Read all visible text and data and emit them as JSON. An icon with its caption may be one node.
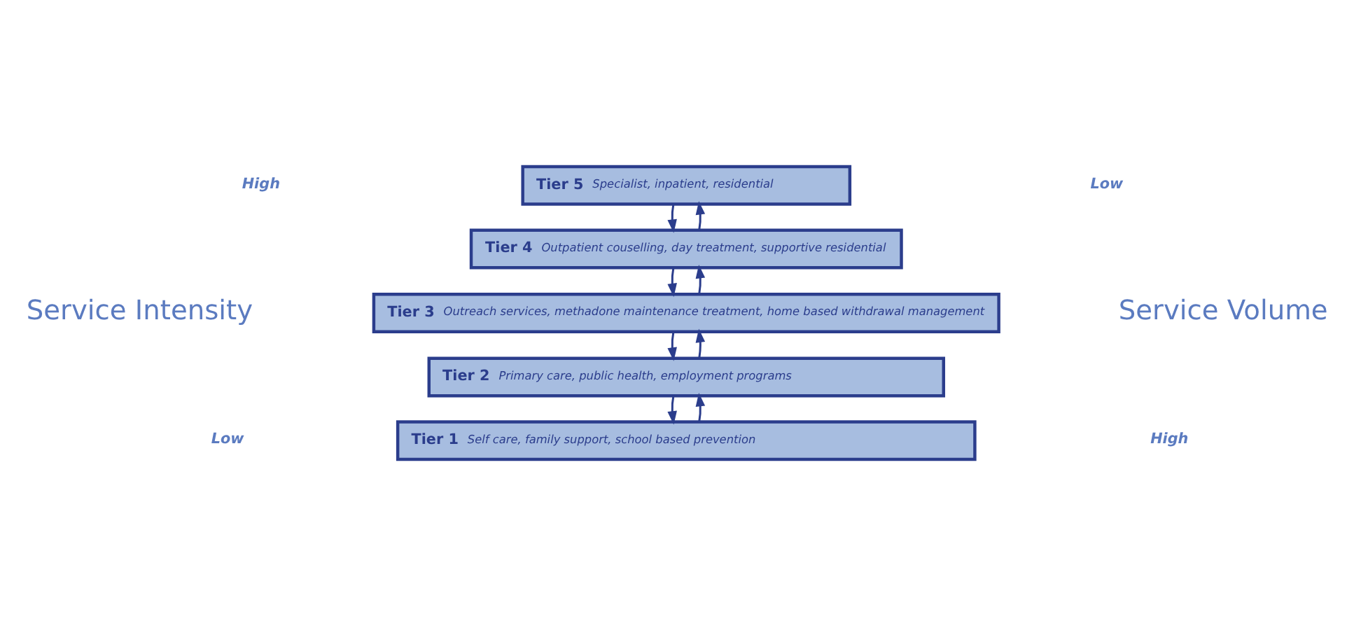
{
  "diagram": {
    "nodes": [
      {
        "text": [
          "Tier 5",
          "Specialist, inpatient, residential"
        ]
      },
      {
        "text": [
          "Tier 4",
          "Outpatient couselling, day treatment, supportive residential"
        ]
      },
      {
        "text": [
          "Tier 3",
          "Outreach services, methadone maintenance treatment, home based withdrawal management"
        ]
      },
      {
        "text": [
          "Tier 2",
          "Primary care, public health, employment programs"
        ]
      },
      {
        "text": [
          "Tier 1",
          "Self care, family support, school based prevention"
        ]
      }
    ],
    "edges": [
      {
        "from": 0,
        "to": 1,
        "arrow": "to"
      },
      {
        "from": 1,
        "to": 0,
        "arrow": "to"
      },
      {
        "from": 1,
        "to": 2,
        "arrow": "to"
      },
      {
        "from": 2,
        "to": 1,
        "arrow": "to"
      },
      {
        "from": 2,
        "to": 3,
        "arrow": "to"
      },
      {
        "from": 3,
        "to": 2,
        "arrow": "to"
      },
      {
        "from": 3,
        "to": 4,
        "arrow": "to"
      },
      {
        "from": 4,
        "to": 3,
        "arrow": "to"
      }
    ],
    "labels": [
      "High",
      "Low",
      "Service Intensity",
      "Service Volume",
      "Low",
      "High"
    ]
  }
}
